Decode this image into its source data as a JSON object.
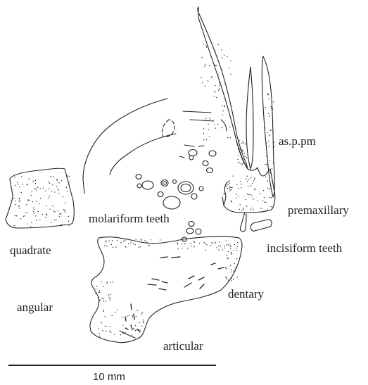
{
  "labels": {
    "as_p_pm": "as.p.pm",
    "premaxillary": "premaxillary",
    "molariform_teeth": "molariform teeth",
    "quadrate": "quadrate",
    "incisiform_teeth": "incisiform teeth",
    "angular": "angular",
    "dentary": "dentary",
    "articular": "articular"
  },
  "scale_bar": {
    "label": "10 mm"
  },
  "colors": {
    "ink": "#222222",
    "paper": "#ffffff"
  }
}
